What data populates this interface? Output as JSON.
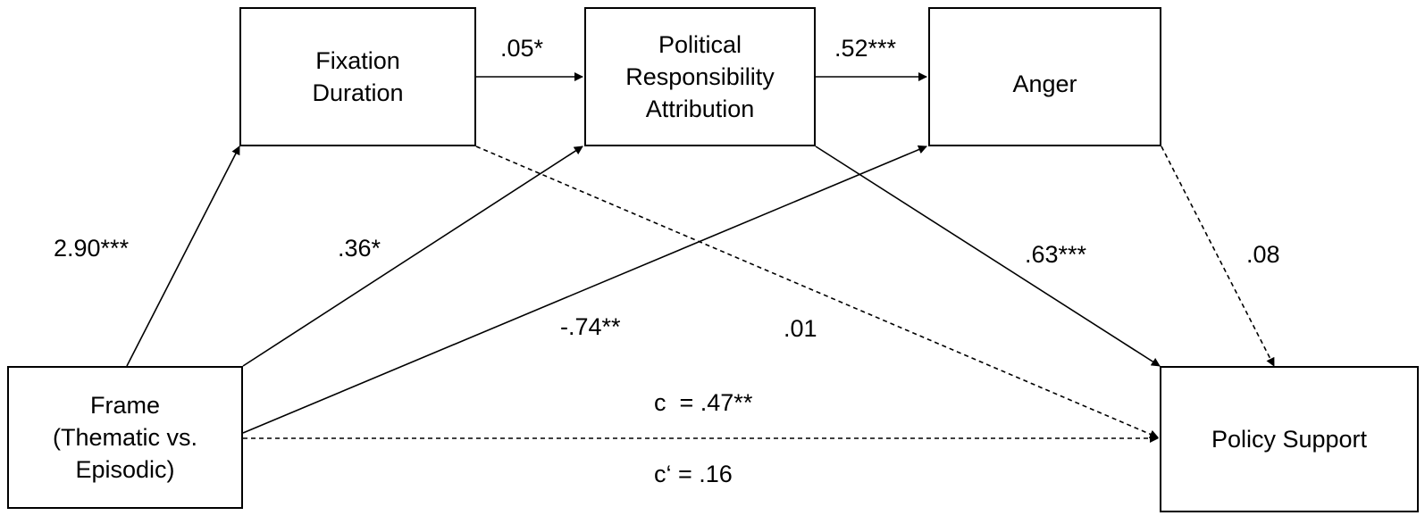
{
  "nodes": {
    "fixation": "Fixation\nDuration",
    "political": "Political\nResponsibility\nAttribution",
    "anger": "Anger",
    "frame": "Frame\n(Thematic vs.\nEpisodic)",
    "policy": "Policy Support"
  },
  "paths": {
    "fixation_to_political": ".05*",
    "political_to_anger": ".52***",
    "frame_to_fixation": "2.90***",
    "frame_to_political": ".36*",
    "frame_to_anger": "-.74**",
    "fixation_to_policy": ".01",
    "political_to_policy": ".63***",
    "anger_to_policy": ".08",
    "total_effect": "c  = .47**",
    "direct_effect": "c‘ = .16"
  },
  "path_significance": {
    "fixation_to_policy": "non-significant (dashed)",
    "anger_to_policy": "non-significant (dashed)",
    "direct_effect": "non-significant (dashed)"
  }
}
